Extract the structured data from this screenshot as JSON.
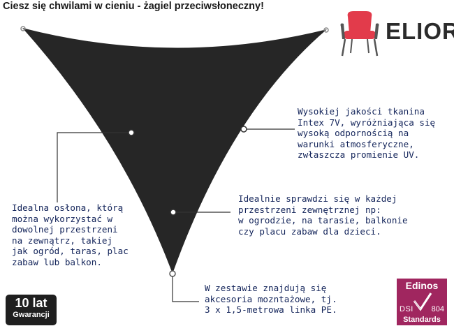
{
  "headline": "Ciesz się chwilami w cieniu - żagiel przeciwsłoneczny!",
  "logo": {
    "text": "ELIOR",
    "icon": "armchair-icon",
    "accent": "#e23b4b"
  },
  "notes": {
    "uv": "Wysokiej jakości tkanina\nIntex 7V, wyróżniająca się\nwysoką odpornością na\nwarunki atmosferyczne,\nzwłaszcza promienie UV.",
    "use": "Idealna osłona, którą\nmożna wykorzystać w\ndowolnej przestrzeni\nna zewnątrz, takiej\njak ogród, taras, plac\nzabaw lub balkon.",
    "space": "Idealnie sprawdzi się w każdej\nprzestrzeni zewnętrznej np:\nw ogrodzie, na tarasie, balkonie\nczy placu zabaw dla dzieci.",
    "kit": "W zestawie znajdują się\nakcesoria mozntażowe, tj.\n3 x 1,5-metrowa linka PE."
  },
  "warranty": {
    "big": "10 lat",
    "small": "Gwarancji"
  },
  "certificate": {
    "brand": "Edinos",
    "dsi": "DSI",
    "num": "804",
    "standard": "Standards",
    "color": "#a0265f"
  },
  "colors": {
    "sail": "#262626",
    "text": "#13245a"
  }
}
